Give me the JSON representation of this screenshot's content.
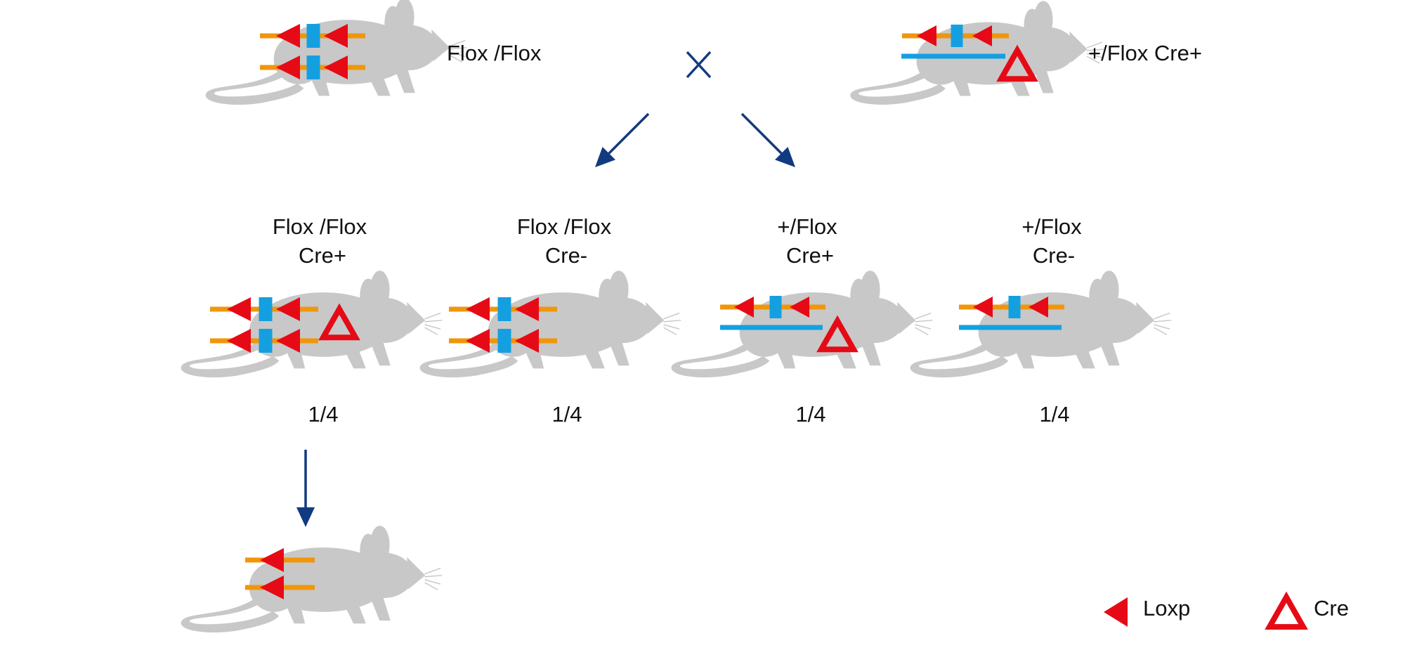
{
  "parents": {
    "left": {
      "label": "Flox /Flox",
      "genotype": "flox-flox",
      "cre": false
    },
    "cross_symbol": "cross-icon",
    "right": {
      "label": "+/Flox Cre+",
      "genotype": "wt-flox",
      "cre": true
    }
  },
  "offspring": [
    {
      "line1": "Flox /Flox",
      "line2": "Cre+",
      "ratio": "1/4",
      "genotype": "flox-flox",
      "cre": true
    },
    {
      "line1": "Flox /Flox",
      "line2": "Cre-",
      "ratio": "1/4",
      "genotype": "flox-flox",
      "cre": false
    },
    {
      "line1": "+/Flox",
      "line2": "Cre+",
      "ratio": "1/4",
      "genotype": "wt-flox",
      "cre": true
    },
    {
      "line1": "+/Flox",
      "line2": "Cre-",
      "ratio": "1/4",
      "genotype": "wt-flox",
      "cre": false
    }
  ],
  "result": {
    "genotype": "deleted",
    "cre": false
  },
  "legend": [
    {
      "label": "Loxp",
      "icon": "loxp-filled-triangle-icon"
    },
    {
      "label": "Cre",
      "icon": "cre-open-triangle-icon"
    }
  ],
  "colors": {
    "mouse": "#c8c8c8",
    "loxp": "#e60a16",
    "flox_line": "#f0960a",
    "target_exon": "#14a0e0",
    "wild_type_line": "#14a0e0",
    "arrow": "#123a80",
    "text": "#111111"
  }
}
